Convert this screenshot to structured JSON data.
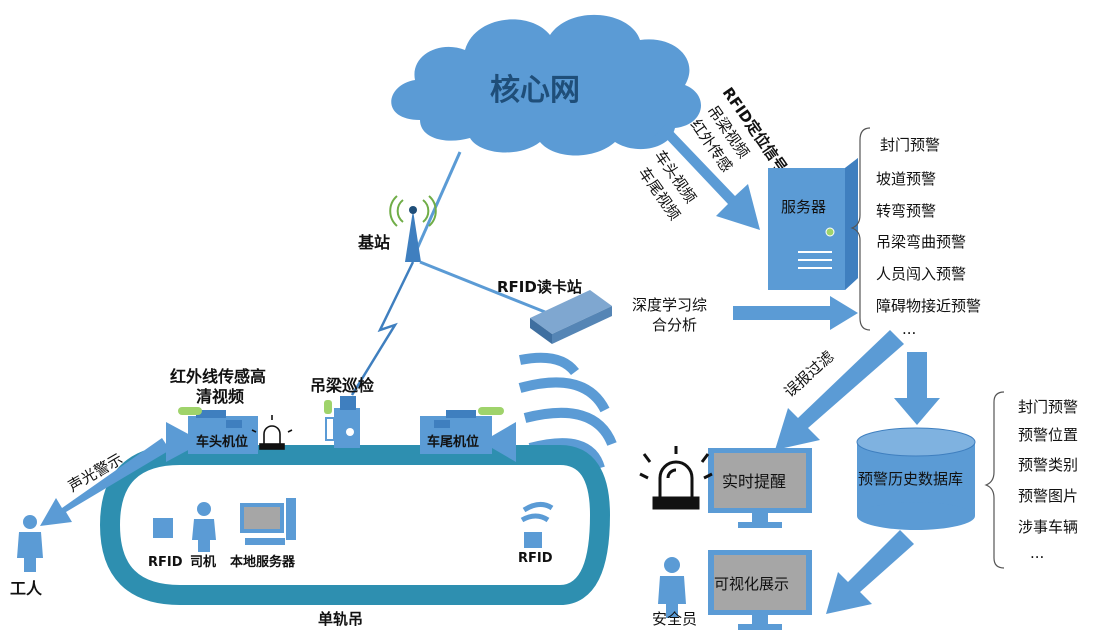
{
  "cloud": {
    "label": "核心网"
  },
  "base_station": {
    "label": "基站"
  },
  "rfid_reader": {
    "label": "RFID读卡站"
  },
  "top_signals": [
    "RFID定位信号",
    "吊梁视频",
    "红外传感"
  ],
  "mid_signals": [
    "车头视频",
    "车尾视频"
  ],
  "deep_learning": {
    "line1": "深度学习综",
    "line2": "合分析"
  },
  "server": {
    "label": "服务器"
  },
  "server_alerts": [
    "封门预警",
    "坡道预警",
    "转弯预警",
    "吊梁弯曲预警",
    "人员闯入预警",
    "障碍物接近预警",
    "..."
  ],
  "false_filter": {
    "label": "误报过滤"
  },
  "database": {
    "label": "预警历史数据库"
  },
  "db_fields": [
    "封门预警",
    "预警位置",
    "预警类别",
    "预警图片",
    "涉事车辆",
    "..."
  ],
  "monitor_alert": {
    "label": "实时提醒"
  },
  "monitor_visual": {
    "label": "可视化展示"
  },
  "safety_officer": {
    "label": "安全员"
  },
  "infrared": {
    "line1": "红外线传感高",
    "line2": "清视频"
  },
  "beam_patrol": {
    "label": "吊梁巡检"
  },
  "head_camera": {
    "label": "车头机位"
  },
  "tail_camera": {
    "label": "车尾机位"
  },
  "sound_light": {
    "label": "声光警示"
  },
  "worker": {
    "label": "工人"
  },
  "cabin": {
    "rfid": "RFID",
    "driver": "司机",
    "local_server": "本地服务器"
  },
  "rfid_right": {
    "label": "RFID"
  },
  "monorail": {
    "label": "单轨吊"
  },
  "colors": {
    "blue": "#5b9bd5",
    "dark_blue": "#3f7fbf",
    "track": "#2e8fb0",
    "gray": "#a6a6a6"
  }
}
